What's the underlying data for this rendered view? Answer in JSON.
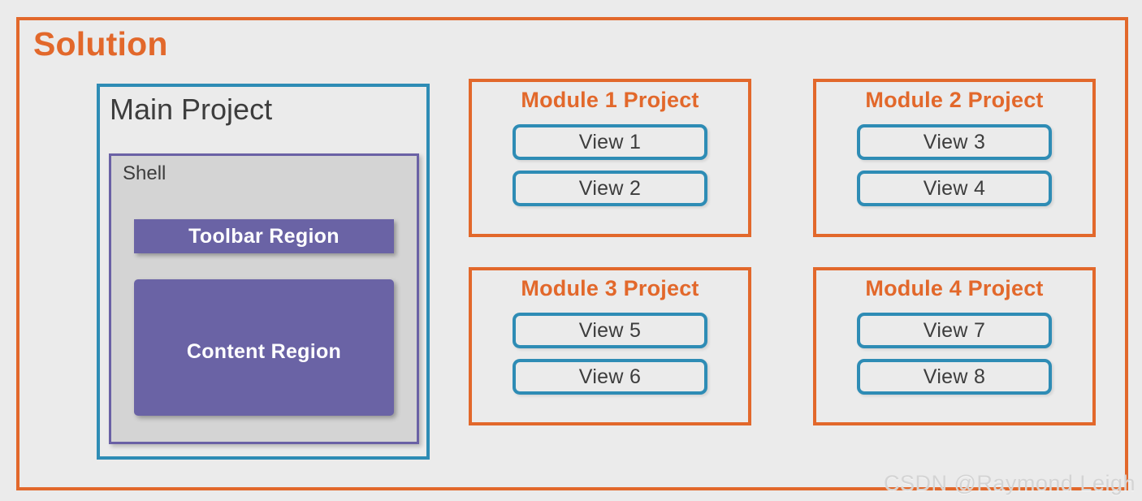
{
  "diagram": {
    "solution": {
      "title": "Solution",
      "border_color": "#e2682b",
      "background_color": "#ebebeb"
    },
    "main_project": {
      "title": "Main Project",
      "border_color": "#2e8cb5",
      "shell": {
        "title": "Shell",
        "border_color": "#6a61a5",
        "background_color": "#d4d4d4",
        "regions": [
          {
            "label": "Toolbar Region",
            "fill_color": "#6a63a5",
            "text_color": "#ffffff"
          },
          {
            "label": "Content Region",
            "fill_color": "#6a63a5",
            "text_color": "#ffffff"
          }
        ]
      }
    },
    "modules": [
      {
        "title": "Module 1 Project",
        "border_color": "#e2682b",
        "views": [
          {
            "label": "View 1"
          },
          {
            "label": "View 2"
          }
        ]
      },
      {
        "title": "Module 2 Project",
        "border_color": "#e2682b",
        "views": [
          {
            "label": "View 3"
          },
          {
            "label": "View 4"
          }
        ]
      },
      {
        "title": "Module 3 Project",
        "border_color": "#e2682b",
        "views": [
          {
            "label": "View 5"
          },
          {
            "label": "View 6"
          }
        ]
      },
      {
        "title": "Module 4 Project",
        "border_color": "#e2682b",
        "views": [
          {
            "label": "View 7"
          },
          {
            "label": "View 8"
          }
        ]
      }
    ],
    "watermark": "CSDN @Raymond Leigh"
  }
}
